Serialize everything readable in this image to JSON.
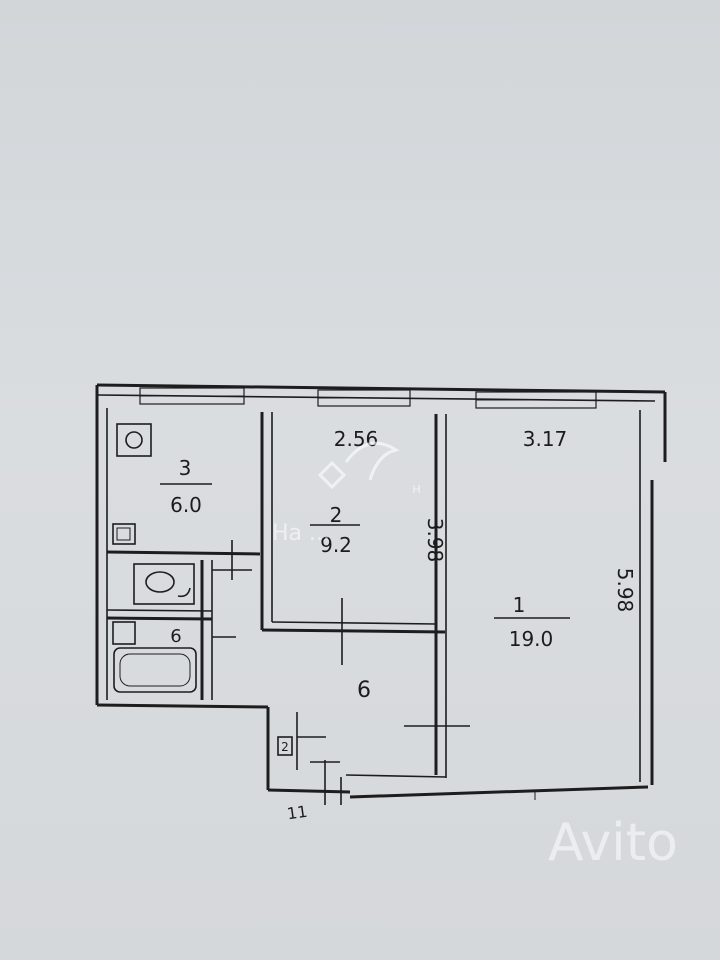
{
  "watermark": {
    "brand_text": "На ...",
    "brand_small": "н",
    "corner_text": "Avito"
  },
  "rooms": [
    {
      "id": "room-1",
      "number": "1",
      "area": "19.0",
      "width_label": "3.17",
      "length_label": "5.98"
    },
    {
      "id": "room-2",
      "number": "2",
      "area": "9.2",
      "width_label": "2.56",
      "length_label": "3.98"
    },
    {
      "id": "room-3",
      "number": "3",
      "area": "6.0"
    }
  ],
  "hall": {
    "label": "6"
  },
  "bathroom": {
    "label": "6"
  },
  "storage": {
    "label": "2"
  },
  "entrance": {
    "label": "11"
  }
}
